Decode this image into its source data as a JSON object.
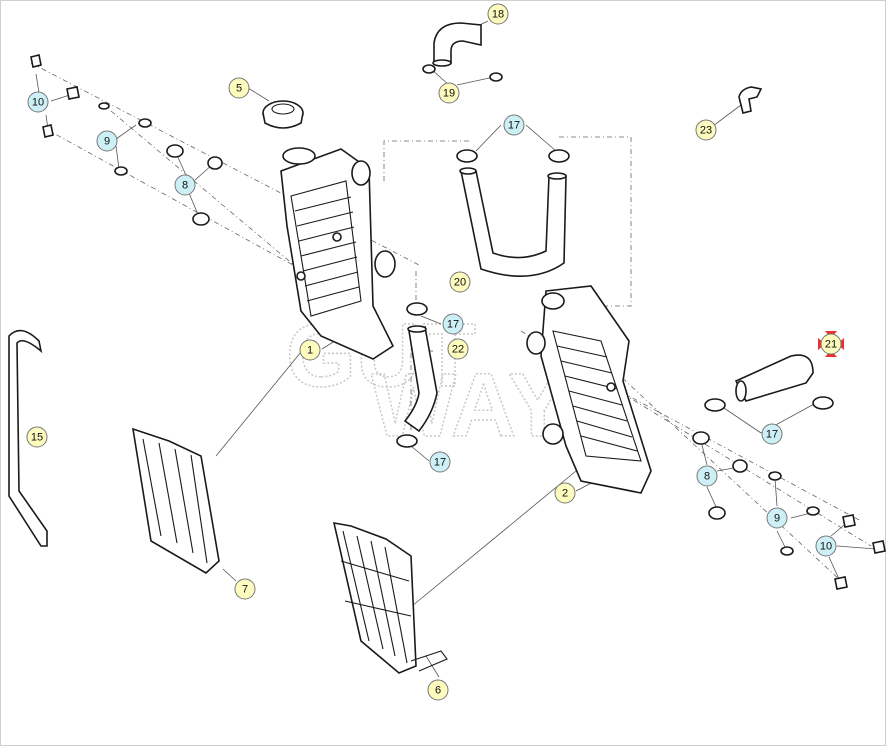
{
  "diagram": {
    "colors": {
      "callout_yellow": "#fdfbbd",
      "callout_cyan": "#cdf0f7",
      "highlight_red": "#e8322a"
    },
    "callouts": [
      {
        "id": "c1",
        "label": "1",
        "style": "yellow"
      },
      {
        "id": "c2",
        "label": "2",
        "style": "yellow"
      },
      {
        "id": "c5",
        "label": "5",
        "style": "yellow"
      },
      {
        "id": "c6",
        "label": "6",
        "style": "yellow"
      },
      {
        "id": "c7",
        "label": "7",
        "style": "yellow"
      },
      {
        "id": "c8a",
        "label": "8",
        "style": "cyan"
      },
      {
        "id": "c8b",
        "label": "8",
        "style": "cyan"
      },
      {
        "id": "c9a",
        "label": "9",
        "style": "cyan"
      },
      {
        "id": "c9b",
        "label": "9",
        "style": "cyan"
      },
      {
        "id": "c10a",
        "label": "10",
        "style": "cyan"
      },
      {
        "id": "c10b",
        "label": "10",
        "style": "cyan"
      },
      {
        "id": "c15",
        "label": "15",
        "style": "yellow"
      },
      {
        "id": "c17a",
        "label": "17",
        "style": "cyan"
      },
      {
        "id": "c17b",
        "label": "17",
        "style": "cyan"
      },
      {
        "id": "c17c",
        "label": "17",
        "style": "cyan"
      },
      {
        "id": "c17d",
        "label": "17",
        "style": "cyan"
      },
      {
        "id": "c18",
        "label": "18",
        "style": "yellow"
      },
      {
        "id": "c19",
        "label": "19",
        "style": "yellow"
      },
      {
        "id": "c20",
        "label": "20",
        "style": "yellow"
      },
      {
        "id": "c21",
        "label": "21",
        "style": "yellow",
        "highlighted": true
      },
      {
        "id": "c22",
        "label": "22",
        "style": "yellow"
      },
      {
        "id": "c23",
        "label": "23",
        "style": "yellow"
      }
    ]
  }
}
